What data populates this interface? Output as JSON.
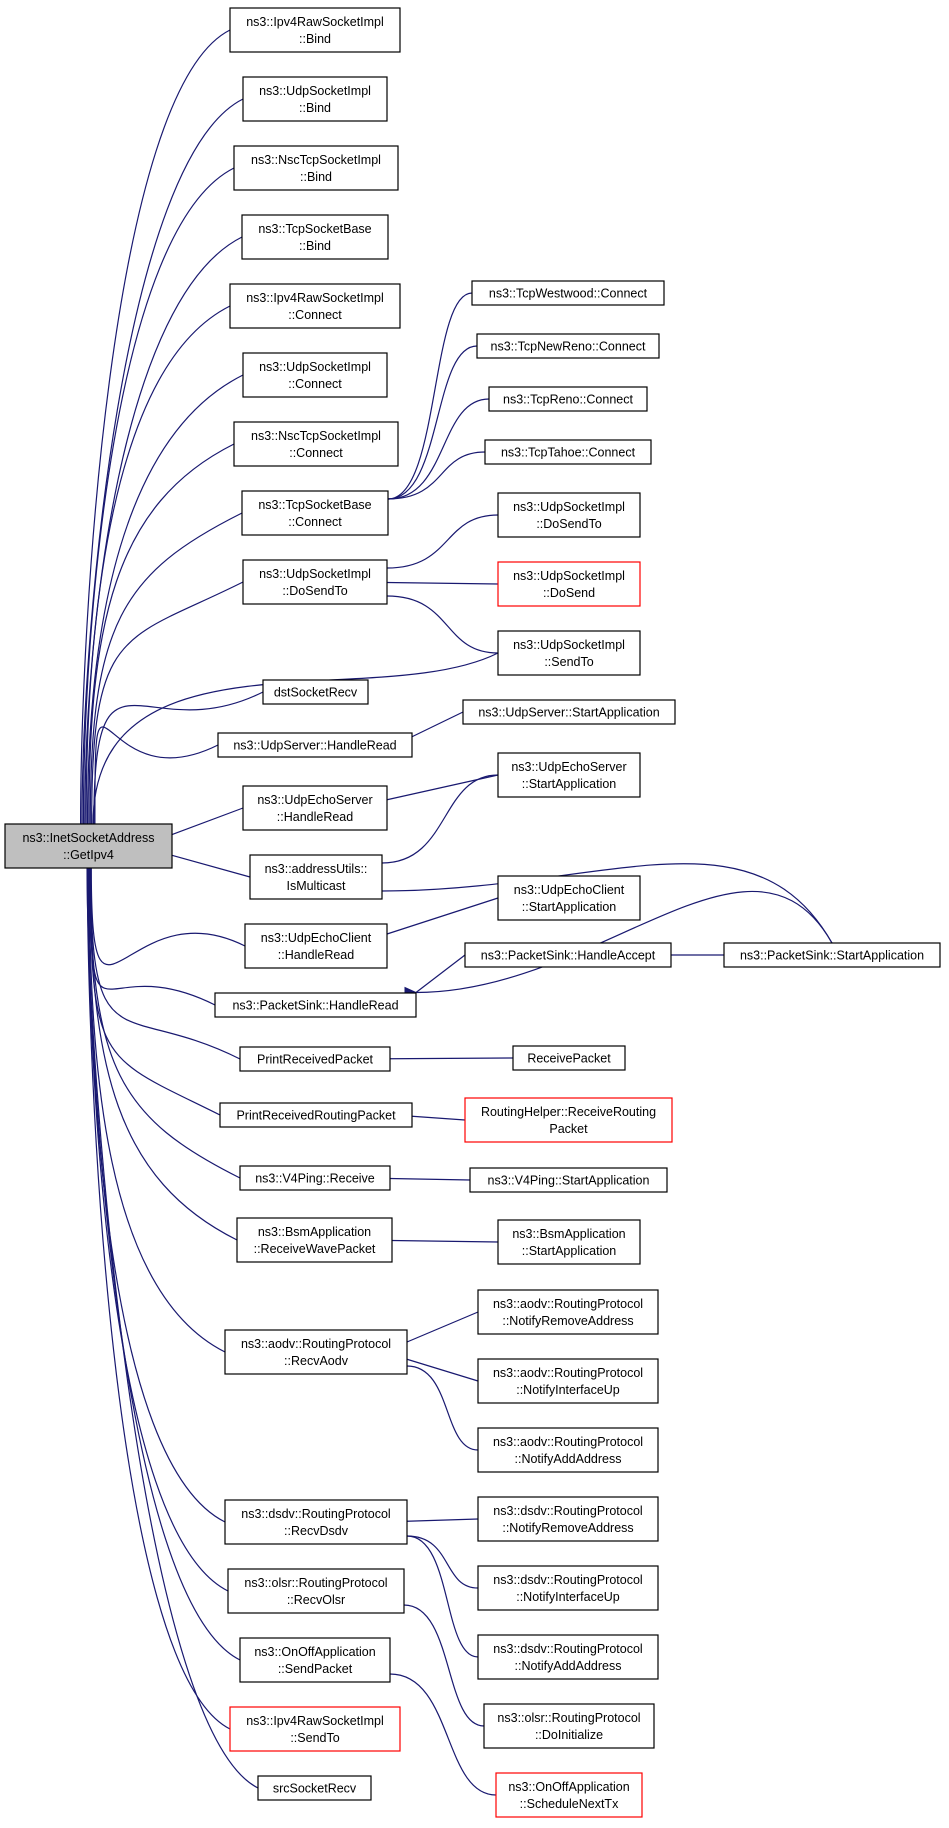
{
  "colors": {
    "edge": "#191970",
    "root_fill": "#bfbfbf",
    "red_border": "#ff0000"
  },
  "diagram": {
    "nodes": [
      {
        "id": "root",
        "lines": [
          "ns3::InetSocketAddress",
          "::GetIpv4"
        ],
        "style": "root"
      },
      {
        "id": "n1",
        "lines": [
          "ns3::Ipv4RawSocketImpl",
          "::Bind"
        ]
      },
      {
        "id": "n2",
        "lines": [
          "ns3::UdpSocketImpl",
          "::Bind"
        ]
      },
      {
        "id": "n3",
        "lines": [
          "ns3::NscTcpSocketImpl",
          "::Bind"
        ]
      },
      {
        "id": "n4",
        "lines": [
          "ns3::TcpSocketBase",
          "::Bind"
        ]
      },
      {
        "id": "n5",
        "lines": [
          "ns3::Ipv4RawSocketImpl",
          "::Connect"
        ]
      },
      {
        "id": "n6",
        "lines": [
          "ns3::UdpSocketImpl",
          "::Connect"
        ]
      },
      {
        "id": "n7",
        "lines": [
          "ns3::NscTcpSocketImpl",
          "::Connect"
        ]
      },
      {
        "id": "n8",
        "lines": [
          "ns3::TcpSocketBase",
          "::Connect"
        ]
      },
      {
        "id": "n9",
        "lines": [
          "ns3::UdpSocketImpl",
          "::DoSendTo"
        ]
      },
      {
        "id": "n10",
        "lines": [
          "dstSocketRecv"
        ]
      },
      {
        "id": "n11",
        "lines": [
          "ns3::UdpServer::HandleRead"
        ]
      },
      {
        "id": "n12",
        "lines": [
          "ns3::UdpEchoServer",
          "::HandleRead"
        ]
      },
      {
        "id": "n13",
        "lines": [
          "ns3::addressUtils::",
          "IsMulticast"
        ]
      },
      {
        "id": "n14",
        "lines": [
          "ns3::UdpEchoClient",
          "::HandleRead"
        ]
      },
      {
        "id": "n15",
        "lines": [
          "ns3::PacketSink::HandleRead"
        ]
      },
      {
        "id": "n16",
        "lines": [
          "PrintReceivedPacket"
        ]
      },
      {
        "id": "n17",
        "lines": [
          "PrintReceivedRoutingPacket"
        ]
      },
      {
        "id": "n18",
        "lines": [
          "ns3::V4Ping::Receive"
        ]
      },
      {
        "id": "n19",
        "lines": [
          "ns3::BsmApplication",
          "::ReceiveWavePacket"
        ]
      },
      {
        "id": "n20",
        "lines": [
          "ns3::aodv::RoutingProtocol",
          "::RecvAodv"
        ]
      },
      {
        "id": "n21",
        "lines": [
          "ns3::dsdv::RoutingProtocol",
          "::RecvDsdv"
        ]
      },
      {
        "id": "n22",
        "lines": [
          "ns3::olsr::RoutingProtocol",
          "::RecvOlsr"
        ]
      },
      {
        "id": "n23",
        "lines": [
          "ns3::OnOffApplication",
          "::SendPacket"
        ]
      },
      {
        "id": "n24",
        "lines": [
          "ns3::Ipv4RawSocketImpl",
          "::SendTo"
        ],
        "style": "red"
      },
      {
        "id": "n25",
        "lines": [
          "srcSocketRecv"
        ]
      },
      {
        "id": "c1",
        "lines": [
          "ns3::TcpWestwood::Connect"
        ]
      },
      {
        "id": "c2",
        "lines": [
          "ns3::TcpNewReno::Connect"
        ]
      },
      {
        "id": "c3",
        "lines": [
          "ns3::TcpReno::Connect"
        ]
      },
      {
        "id": "c4",
        "lines": [
          "ns3::TcpTahoe::Connect"
        ]
      },
      {
        "id": "c5",
        "lines": [
          "ns3::UdpSocketImpl",
          "::DoSendTo"
        ]
      },
      {
        "id": "c6",
        "lines": [
          "ns3::UdpSocketImpl",
          "::DoSend"
        ],
        "style": "red"
      },
      {
        "id": "c7",
        "lines": [
          "ns3::UdpSocketImpl",
          "::SendTo"
        ]
      },
      {
        "id": "c8",
        "lines": [
          "ns3::UdpServer::StartApplication"
        ]
      },
      {
        "id": "c9",
        "lines": [
          "ns3::UdpEchoServer",
          "::StartApplication"
        ]
      },
      {
        "id": "c10",
        "lines": [
          "ns3::UdpEchoClient",
          "::StartApplication"
        ]
      },
      {
        "id": "c11",
        "lines": [
          "ns3::PacketSink::HandleAccept"
        ]
      },
      {
        "id": "c12",
        "lines": [
          "ns3::PacketSink::StartApplication"
        ]
      },
      {
        "id": "c13",
        "lines": [
          "ReceivePacket"
        ]
      },
      {
        "id": "c14",
        "lines": [
          "RoutingHelper::ReceiveRouting",
          "Packet"
        ],
        "style": "red"
      },
      {
        "id": "c15",
        "lines": [
          "ns3::V4Ping::StartApplication"
        ]
      },
      {
        "id": "c16",
        "lines": [
          "ns3::BsmApplication",
          "::StartApplication"
        ]
      },
      {
        "id": "c17",
        "lines": [
          "ns3::aodv::RoutingProtocol",
          "::NotifyRemoveAddress"
        ]
      },
      {
        "id": "c18",
        "lines": [
          "ns3::aodv::RoutingProtocol",
          "::NotifyInterfaceUp"
        ]
      },
      {
        "id": "c19",
        "lines": [
          "ns3::aodv::RoutingProtocol",
          "::NotifyAddAddress"
        ]
      },
      {
        "id": "c20",
        "lines": [
          "ns3::dsdv::RoutingProtocol",
          "::NotifyRemoveAddress"
        ]
      },
      {
        "id": "c21",
        "lines": [
          "ns3::dsdv::RoutingProtocol",
          "::NotifyInterfaceUp"
        ]
      },
      {
        "id": "c22",
        "lines": [
          "ns3::dsdv::RoutingProtocol",
          "::NotifyAddAddress"
        ]
      },
      {
        "id": "c23",
        "lines": [
          "ns3::olsr::RoutingProtocol",
          "::DoInitialize"
        ]
      },
      {
        "id": "c24",
        "lines": [
          "ns3::OnOffApplication",
          "::ScheduleNextTx"
        ],
        "style": "red"
      }
    ],
    "edges": [
      {
        "from": "n1",
        "to": "root"
      },
      {
        "from": "n2",
        "to": "root"
      },
      {
        "from": "n3",
        "to": "root"
      },
      {
        "from": "n4",
        "to": "root"
      },
      {
        "from": "n5",
        "to": "root"
      },
      {
        "from": "n6",
        "to": "root"
      },
      {
        "from": "n7",
        "to": "root"
      },
      {
        "from": "n8",
        "to": "root"
      },
      {
        "from": "n9",
        "to": "root"
      },
      {
        "from": "c7",
        "to": "root"
      },
      {
        "from": "n10",
        "to": "root"
      },
      {
        "from": "n11",
        "to": "root"
      },
      {
        "from": "n12",
        "to": "root"
      },
      {
        "from": "n13",
        "to": "root"
      },
      {
        "from": "n14",
        "to": "root"
      },
      {
        "from": "n15",
        "to": "root"
      },
      {
        "from": "n16",
        "to": "root"
      },
      {
        "from": "n17",
        "to": "root"
      },
      {
        "from": "n18",
        "to": "root"
      },
      {
        "from": "n19",
        "to": "root"
      },
      {
        "from": "n20",
        "to": "root"
      },
      {
        "from": "n21",
        "to": "root"
      },
      {
        "from": "n22",
        "to": "root"
      },
      {
        "from": "n23",
        "to": "root"
      },
      {
        "from": "n24",
        "to": "root"
      },
      {
        "from": "n25",
        "to": "root"
      },
      {
        "from": "c1",
        "to": "n8"
      },
      {
        "from": "c2",
        "to": "n8"
      },
      {
        "from": "c3",
        "to": "n8"
      },
      {
        "from": "c4",
        "to": "n8"
      },
      {
        "from": "c5",
        "to": "n9"
      },
      {
        "from": "c6",
        "to": "n9"
      },
      {
        "from": "c7",
        "to": "n9"
      },
      {
        "from": "c8",
        "to": "n11"
      },
      {
        "from": "c9",
        "to": "n12"
      },
      {
        "from": "c9",
        "to": "n13"
      },
      {
        "from": "c12",
        "to": "n13"
      },
      {
        "from": "c10",
        "to": "n14"
      },
      {
        "from": "c11",
        "to": "n15"
      },
      {
        "from": "c12",
        "to": "n15"
      },
      {
        "from": "c12",
        "to": "c11"
      },
      {
        "from": "c13",
        "to": "n16"
      },
      {
        "from": "c14",
        "to": "n17"
      },
      {
        "from": "c15",
        "to": "n18"
      },
      {
        "from": "c16",
        "to": "n19"
      },
      {
        "from": "c17",
        "to": "n20"
      },
      {
        "from": "c18",
        "to": "n20"
      },
      {
        "from": "c19",
        "to": "n20"
      },
      {
        "from": "c20",
        "to": "n21"
      },
      {
        "from": "c21",
        "to": "n21"
      },
      {
        "from": "c22",
        "to": "n21"
      },
      {
        "from": "c23",
        "to": "n22"
      },
      {
        "from": "c24",
        "to": "n23"
      }
    ]
  }
}
